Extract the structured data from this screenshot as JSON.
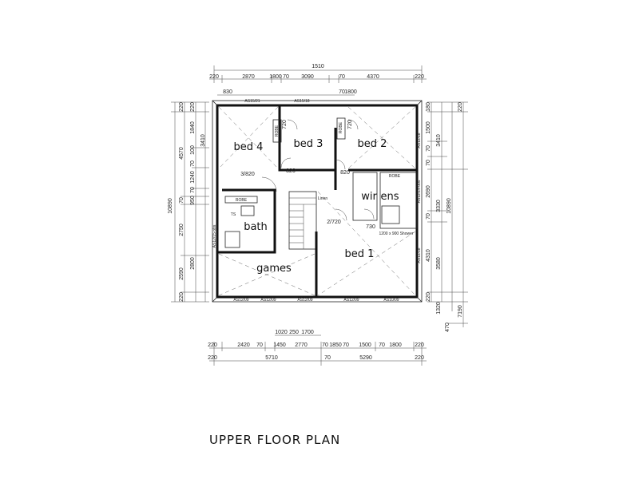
{
  "title": "UPPER FLOOR PLAN",
  "rooms": {
    "bed4": "bed 4",
    "bed3": "bed 3",
    "bed2": "bed 2",
    "wir": "wir",
    "ens": "ens",
    "bath": "bath",
    "games": "games",
    "bed1": "bed 1"
  },
  "labels": {
    "robe": "ROBE",
    "door_3_820": "3/820",
    "door_820": "820",
    "door_720": "720",
    "door_730": "730",
    "door_2_720": "2/720",
    "shower": "1200 x 900 Shower",
    "ts": "TS",
    "linen": "Linen"
  },
  "windows": {
    "top": [
      "AS15/21",
      "AS15/18"
    ],
    "bottom": [
      "AS12/09",
      "AS12/09",
      "AS12/09",
      "AS12/09",
      "AS10/09"
    ],
    "right": [
      "AS12/18",
      "AS12/15 obs",
      "AS12/18"
    ],
    "left": [
      "AS12/15 obs"
    ]
  },
  "dims": {
    "top_total": "1510",
    "top_row": [
      "220",
      "2870",
      "1800",
      "70",
      "3090",
      "70",
      "4370",
      "220"
    ],
    "top_small": [
      "830",
      "70",
      "1800"
    ],
    "bottom_row1": [
      "1020",
      "250",
      "1700"
    ],
    "bottom_row2": [
      "220",
      "2420",
      "70",
      "1450",
      "2770",
      "70",
      "1850",
      "70",
      "1500",
      "70",
      "1800",
      "220"
    ],
    "bottom_row3": [
      "220",
      "5710",
      "70",
      "5290",
      "220"
    ],
    "left_outer": [
      "220",
      "4570",
      "70",
      "2750",
      "2590",
      "220"
    ],
    "left_total": "10890",
    "left_inner": [
      "220",
      "1840",
      "100",
      "70",
      "1240",
      "70",
      "950",
      "2800"
    ],
    "right_inner": [
      "180",
      "1500",
      "70",
      "70",
      "2690",
      "70",
      "4310",
      "220"
    ],
    "right_mid": [
      "3410",
      "3330",
      "3580",
      "1320"
    ],
    "right_total": "10890",
    "right_far": [
      "220",
      "7190",
      "470"
    ]
  }
}
